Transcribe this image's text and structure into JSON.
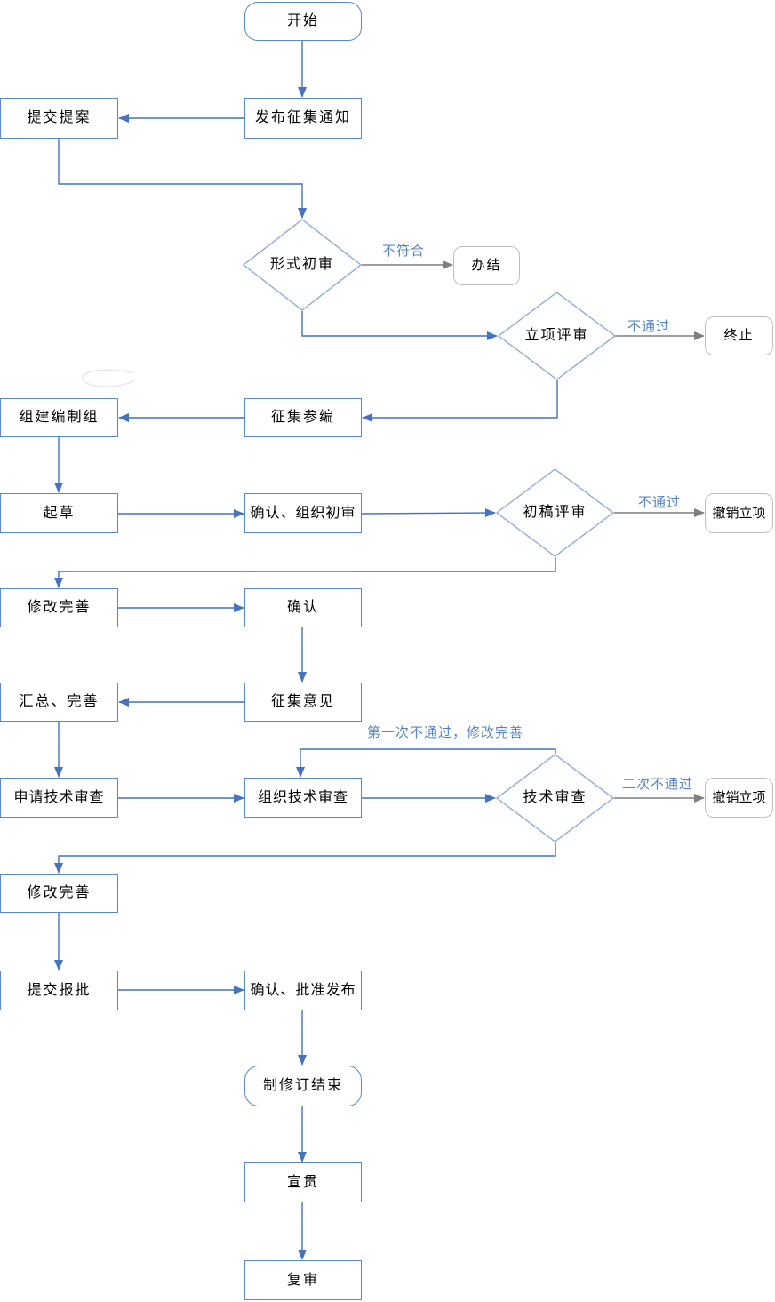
{
  "diagram": {
    "type": "flowchart",
    "nodes": {
      "start": {
        "label": "开始",
        "shape": "rounded"
      },
      "publish_notice": {
        "label": "发布征集通知",
        "shape": "rect"
      },
      "submit_proposal": {
        "label": "提交提案",
        "shape": "rect"
      },
      "formal_review": {
        "label": "形式初审",
        "shape": "diamond"
      },
      "close_case": {
        "label": "办结",
        "shape": "rounded-gray"
      },
      "project_review": {
        "label": "立项评审",
        "shape": "diamond"
      },
      "terminate": {
        "label": "终止",
        "shape": "rounded-gray"
      },
      "recruit_members": {
        "label": "征集参编",
        "shape": "rect"
      },
      "form_drafting_group": {
        "label": "组建编制组",
        "shape": "rect"
      },
      "draft": {
        "label": "起草",
        "shape": "rect"
      },
      "confirm_org_review": {
        "label": "确认、组织初审",
        "shape": "rect"
      },
      "first_draft_review": {
        "label": "初稿评审",
        "shape": "diamond"
      },
      "cancel_project_1": {
        "label": "撤销立项",
        "shape": "rounded-gray"
      },
      "revise_improve_1": {
        "label": "修改完善",
        "shape": "rect"
      },
      "confirm": {
        "label": "确认",
        "shape": "rect"
      },
      "collect_opinions": {
        "label": "征集意见",
        "shape": "rect"
      },
      "summarize_improve": {
        "label": "汇总、完善",
        "shape": "rect"
      },
      "apply_tech_review": {
        "label": "申请技术审查",
        "shape": "rect"
      },
      "organize_tech_review": {
        "label": "组织技术审查",
        "shape": "rect"
      },
      "tech_review": {
        "label": "技术审查",
        "shape": "diamond"
      },
      "cancel_project_2": {
        "label": "撤销立项",
        "shape": "rounded-gray"
      },
      "revise_improve_2": {
        "label": "修改完善",
        "shape": "rect"
      },
      "submit_approval": {
        "label": "提交报批",
        "shape": "rect"
      },
      "confirm_publish": {
        "label": "确认、批准发布",
        "shape": "rect"
      },
      "end_revision": {
        "label": "制修订结束",
        "shape": "rounded"
      },
      "promote_implement": {
        "label": "宣贯",
        "shape": "rect"
      },
      "re_examine": {
        "label": "复审",
        "shape": "rect"
      }
    },
    "edge_labels": {
      "not_conforming": "不符合",
      "not_passed_project": "不通过",
      "not_passed_draft": "不通过",
      "first_fail_loop": "第一次不通过，修改完善",
      "second_fail": "二次不通过"
    },
    "edges": [
      {
        "from": "start",
        "to": "publish_notice"
      },
      {
        "from": "publish_notice",
        "to": "submit_proposal"
      },
      {
        "from": "submit_proposal",
        "to": "formal_review"
      },
      {
        "from": "formal_review",
        "to": "close_case",
        "label": "不符合",
        "style": "gray"
      },
      {
        "from": "formal_review",
        "to": "project_review"
      },
      {
        "from": "project_review",
        "to": "terminate",
        "label": "不通过",
        "style": "gray"
      },
      {
        "from": "project_review",
        "to": "recruit_members"
      },
      {
        "from": "recruit_members",
        "to": "form_drafting_group"
      },
      {
        "from": "form_drafting_group",
        "to": "draft"
      },
      {
        "from": "draft",
        "to": "confirm_org_review"
      },
      {
        "from": "confirm_org_review",
        "to": "first_draft_review"
      },
      {
        "from": "first_draft_review",
        "to": "cancel_project_1",
        "label": "不通过",
        "style": "gray"
      },
      {
        "from": "first_draft_review",
        "to": "revise_improve_1"
      },
      {
        "from": "revise_improve_1",
        "to": "confirm"
      },
      {
        "from": "confirm",
        "to": "collect_opinions"
      },
      {
        "from": "collect_opinions",
        "to": "summarize_improve"
      },
      {
        "from": "summarize_improve",
        "to": "apply_tech_review"
      },
      {
        "from": "apply_tech_review",
        "to": "organize_tech_review"
      },
      {
        "from": "organize_tech_review",
        "to": "tech_review"
      },
      {
        "from": "tech_review",
        "to": "organize_tech_review",
        "label": "第一次不通过，修改完善"
      },
      {
        "from": "tech_review",
        "to": "cancel_project_2",
        "label": "二次不通过",
        "style": "gray"
      },
      {
        "from": "tech_review",
        "to": "revise_improve_2"
      },
      {
        "from": "revise_improve_2",
        "to": "submit_approval"
      },
      {
        "from": "submit_approval",
        "to": "confirm_publish"
      },
      {
        "from": "confirm_publish",
        "to": "end_revision"
      },
      {
        "from": "end_revision",
        "to": "promote_implement"
      },
      {
        "from": "promote_implement",
        "to": "re_examine"
      }
    ],
    "colors": {
      "rect_border": "#5B87CE",
      "diamond_border": "#8FAADC",
      "terminal_border_gray": "#BFBFBF",
      "arrow_blue": "#4472C4",
      "arrow_gray": "#7F7F7F",
      "edge_label_text": "#5585C8",
      "node_text": "#000000",
      "background": "#FFFFFF"
    }
  }
}
